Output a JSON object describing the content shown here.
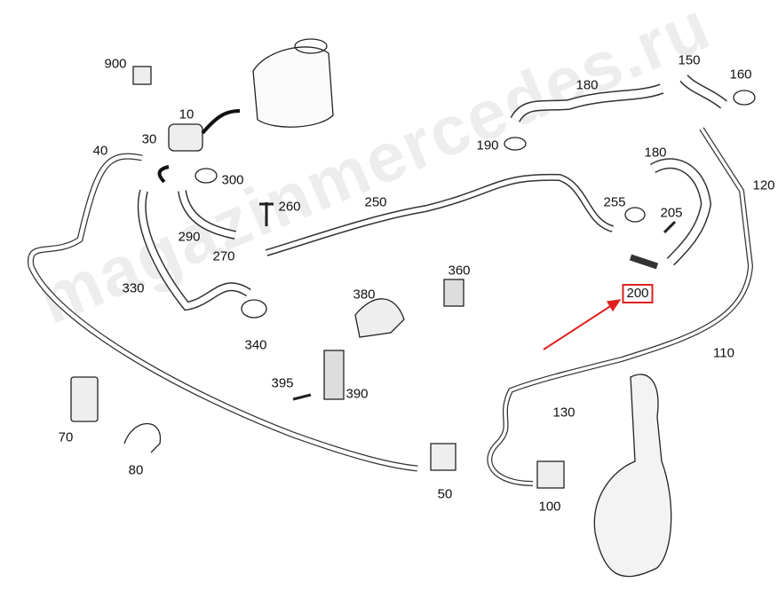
{
  "watermark": "magazinmercedes.ru",
  "highlight_color": "#e02020",
  "highlighted_part": "200",
  "parts": [
    {
      "id": "p900",
      "label": "900"
    },
    {
      "id": "p10",
      "label": "10"
    },
    {
      "id": "p30",
      "label": "30"
    },
    {
      "id": "p40",
      "label": "40"
    },
    {
      "id": "p300",
      "label": "300"
    },
    {
      "id": "p260",
      "label": "260"
    },
    {
      "id": "p290",
      "label": "290"
    },
    {
      "id": "p270",
      "label": "270"
    },
    {
      "id": "p250",
      "label": "250"
    },
    {
      "id": "p330",
      "label": "330"
    },
    {
      "id": "p340",
      "label": "340"
    },
    {
      "id": "p380",
      "label": "380"
    },
    {
      "id": "p360",
      "label": "360"
    },
    {
      "id": "p395",
      "label": "395"
    },
    {
      "id": "p390",
      "label": "390"
    },
    {
      "id": "p70",
      "label": "70"
    },
    {
      "id": "p80",
      "label": "80"
    },
    {
      "id": "p50",
      "label": "50"
    },
    {
      "id": "p100",
      "label": "100"
    },
    {
      "id": "p130",
      "label": "130"
    },
    {
      "id": "p110",
      "label": "110"
    },
    {
      "id": "p120",
      "label": "120"
    },
    {
      "id": "p150",
      "label": "150"
    },
    {
      "id": "p160",
      "label": "160"
    },
    {
      "id": "p180a",
      "label": "180"
    },
    {
      "id": "p190",
      "label": "190"
    },
    {
      "id": "p180b",
      "label": "180"
    },
    {
      "id": "p255",
      "label": "255"
    },
    {
      "id": "p205",
      "label": "205"
    },
    {
      "id": "p200",
      "label": "200"
    }
  ]
}
